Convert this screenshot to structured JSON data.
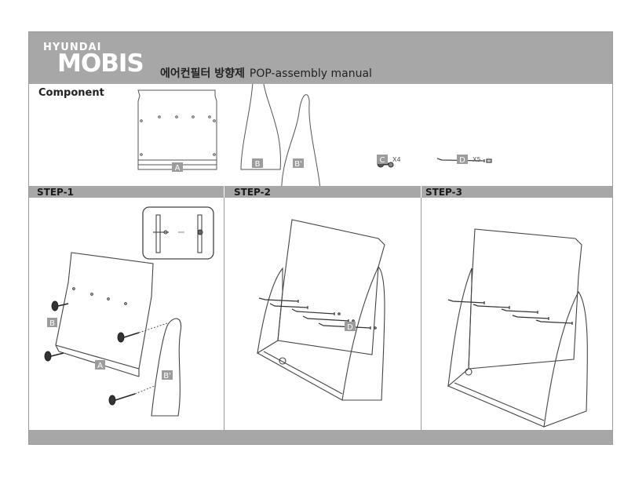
{
  "header": {
    "brand_top": "HYUNDAI",
    "brand_main": "MOBIS",
    "title_ko": "에어컨필터 방향제",
    "title_en": "POP-assembly manual"
  },
  "component_section": {
    "label": "Component",
    "parts": [
      {
        "id": "A",
        "label": "A",
        "qty": ""
      },
      {
        "id": "B",
        "label": "B",
        "qty": ""
      },
      {
        "id": "B2",
        "label": "B'",
        "qty": ""
      },
      {
        "id": "C",
        "label": "C",
        "qty": "X4"
      },
      {
        "id": "D",
        "label": "D",
        "qty": "X5"
      }
    ]
  },
  "steps": [
    {
      "label": "STEP-1",
      "callouts": [
        "B",
        "A",
        "B'"
      ]
    },
    {
      "label": "STEP-2",
      "callouts": [
        "D"
      ]
    },
    {
      "label": "STEP-3",
      "callouts": []
    }
  ],
  "colors": {
    "bar": "#a7a7a7",
    "label_box": "#9c9c9c",
    "line": "#3a3a3a"
  }
}
